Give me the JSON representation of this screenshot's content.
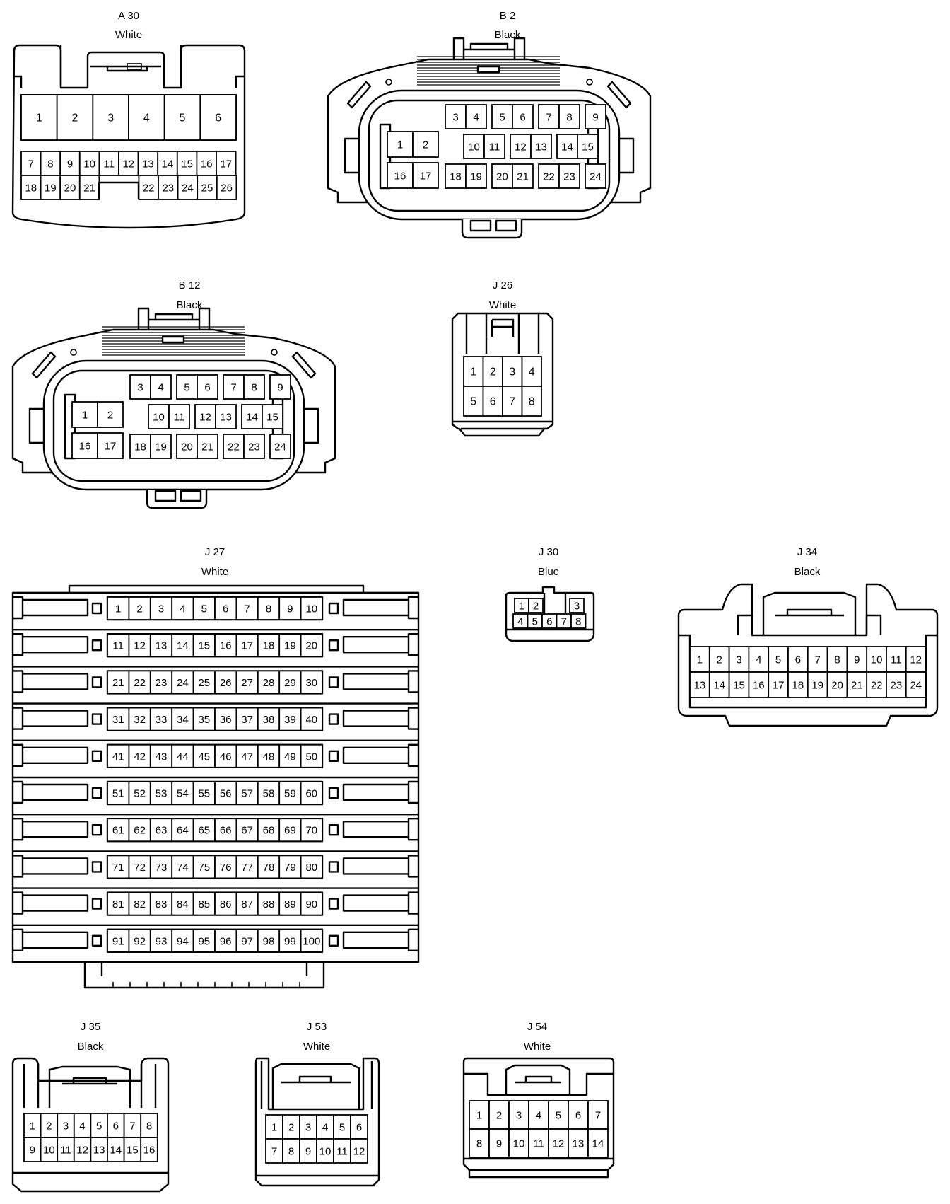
{
  "connectors": {
    "a30": {
      "id": "A 30",
      "color": "White",
      "row1": [
        "1",
        "2",
        "3",
        "4",
        "5",
        "6"
      ],
      "row2": [
        "7",
        "8",
        "9",
        "10",
        "11",
        "12",
        "13",
        "14",
        "15",
        "16",
        "17"
      ],
      "row3": [
        "18",
        "19",
        "20",
        "21",
        "22",
        "23",
        "24",
        "25",
        "26"
      ]
    },
    "b2": {
      "id": "B 2",
      "color": "Black",
      "groups": [
        [
          "1",
          "2"
        ],
        [
          "16",
          "17"
        ],
        [
          "3",
          "4"
        ],
        [
          "5",
          "6"
        ],
        [
          "7",
          "8"
        ],
        [
          "9"
        ],
        [
          "10",
          "11"
        ],
        [
          "12",
          "13"
        ],
        [
          "14",
          "15"
        ],
        [
          "18",
          "19"
        ],
        [
          "20",
          "21"
        ],
        [
          "22",
          "23"
        ],
        [
          "24"
        ]
      ]
    },
    "b12": {
      "id": "B 12",
      "color": "Black",
      "groups": [
        [
          "1",
          "2"
        ],
        [
          "16",
          "17"
        ],
        [
          "3",
          "4"
        ],
        [
          "5",
          "6"
        ],
        [
          "7",
          "8"
        ],
        [
          "9"
        ],
        [
          "10",
          "11"
        ],
        [
          "12",
          "13"
        ],
        [
          "14",
          "15"
        ],
        [
          "18",
          "19"
        ],
        [
          "20",
          "21"
        ],
        [
          "22",
          "23"
        ],
        [
          "24"
        ]
      ]
    },
    "j26": {
      "id": "J 26",
      "color": "White",
      "row1": [
        "1",
        "2",
        "3",
        "4"
      ],
      "row2": [
        "5",
        "6",
        "7",
        "8"
      ]
    },
    "j27": {
      "id": "J 27",
      "color": "White",
      "rows": [
        [
          "1",
          "2",
          "3",
          "4",
          "5",
          "6",
          "7",
          "8",
          "9",
          "10"
        ],
        [
          "11",
          "12",
          "13",
          "14",
          "15",
          "16",
          "17",
          "18",
          "19",
          "20"
        ],
        [
          "21",
          "22",
          "23",
          "24",
          "25",
          "26",
          "27",
          "28",
          "29",
          "30"
        ],
        [
          "31",
          "32",
          "33",
          "34",
          "35",
          "36",
          "37",
          "38",
          "39",
          "40"
        ],
        [
          "41",
          "42",
          "43",
          "44",
          "45",
          "46",
          "47",
          "48",
          "49",
          "50"
        ],
        [
          "51",
          "52",
          "53",
          "54",
          "55",
          "56",
          "57",
          "58",
          "59",
          "60"
        ],
        [
          "61",
          "62",
          "63",
          "64",
          "65",
          "66",
          "67",
          "68",
          "69",
          "70"
        ],
        [
          "71",
          "72",
          "73",
          "74",
          "75",
          "76",
          "77",
          "78",
          "79",
          "80"
        ],
        [
          "81",
          "82",
          "83",
          "84",
          "85",
          "86",
          "87",
          "88",
          "89",
          "90"
        ],
        [
          "91",
          "92",
          "93",
          "94",
          "95",
          "96",
          "97",
          "98",
          "99",
          "100"
        ]
      ]
    },
    "j30": {
      "id": "J 30",
      "color": "Blue",
      "top": [
        "1",
        "2",
        "3"
      ],
      "bottom": [
        "4",
        "5",
        "6",
        "7",
        "8"
      ]
    },
    "j34": {
      "id": "J 34",
      "color": "Black",
      "row1": [
        "1",
        "2",
        "3",
        "4",
        "5",
        "6",
        "7",
        "8",
        "9",
        "10",
        "11",
        "12"
      ],
      "row2": [
        "13",
        "14",
        "15",
        "16",
        "17",
        "18",
        "19",
        "20",
        "21",
        "22",
        "23",
        "24"
      ]
    },
    "j35": {
      "id": "J 35",
      "color": "Black",
      "row1": [
        "1",
        "2",
        "3",
        "4",
        "5",
        "6",
        "7",
        "8"
      ],
      "row2": [
        "9",
        "10",
        "11",
        "12",
        "13",
        "14",
        "15",
        "16"
      ]
    },
    "j53": {
      "id": "J 53",
      "color": "White",
      "row1": [
        "1",
        "2",
        "3",
        "4",
        "5",
        "6"
      ],
      "row2": [
        "7",
        "8",
        "9",
        "10",
        "11",
        "12"
      ]
    },
    "j54": {
      "id": "J 54",
      "color": "White",
      "row1": [
        "1",
        "2",
        "3",
        "4",
        "5",
        "6",
        "7"
      ],
      "row2": [
        "8",
        "9",
        "10",
        "11",
        "12",
        "13",
        "14"
      ]
    }
  }
}
